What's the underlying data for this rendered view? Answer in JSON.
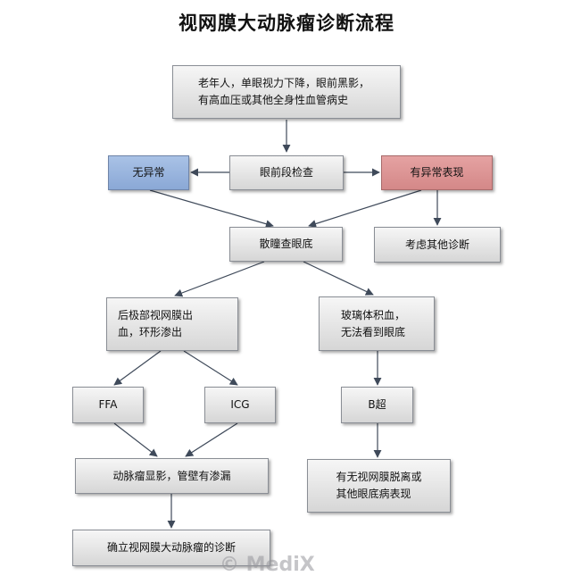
{
  "title": "视网膜大动脉瘤诊断流程",
  "nodes": {
    "elderly": {
      "line1": "老年人，单眼视力下降，眼前黑影，",
      "line2": "有高血压或其他全身性血管病史"
    },
    "anterior_exam": "眼前段检查",
    "no_abnormal": "无异常",
    "abnormal": "有异常表现",
    "dilated_fundus": "散瞳查眼底",
    "other_diagnosis": "考虑其他诊断",
    "posterior_hemorrhage": {
      "line1": "后极部视网膜出",
      "line2": "血，环形渗出"
    },
    "vitreous_hemorrhage": {
      "line1": "玻璃体积血，",
      "line2": "无法看到眼底"
    },
    "ffa": "FFA",
    "icg": "ICG",
    "b_scan": "B超",
    "aneurysm_visible": "动脉瘤显影，管壁有渗漏",
    "detachment": {
      "line1": "有无视网膜脱离或",
      "line2": "其他眼底病表现"
    },
    "confirm": "确立视网膜大动脉瘤的诊断"
  },
  "colors": {
    "no_abnormal_fill": "#8aa8d6",
    "abnormal_fill": "#d48888",
    "box_fill": "#d6d6d6",
    "arrow": "#3f4a5a"
  },
  "watermark": "© MediX"
}
